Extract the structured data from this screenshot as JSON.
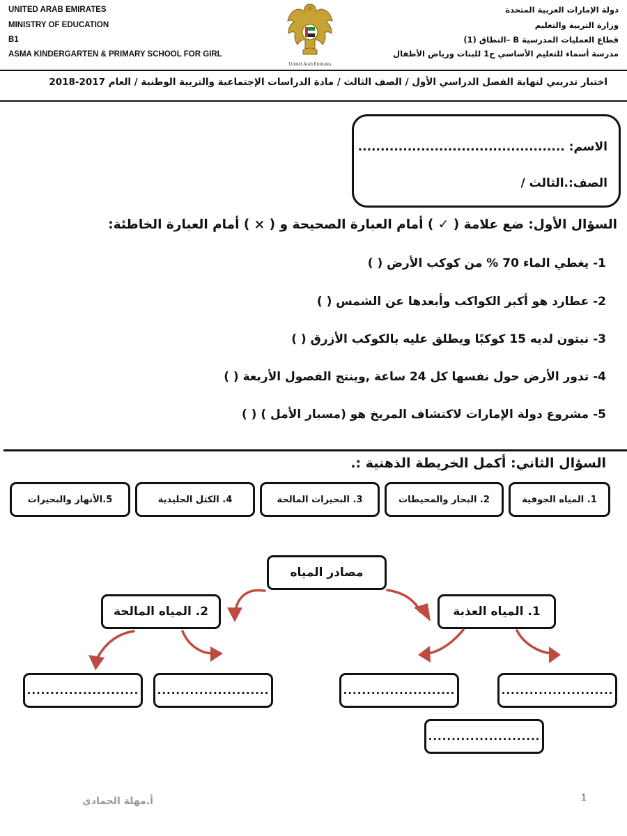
{
  "header": {
    "left_lines": [
      "UNITED ARAB EMIRATES",
      "MINISTRY OF EDUCATION",
      "B1",
      "ASMA KINDERGARTEN & PRIMARY SCHOOL FOR GIRL"
    ],
    "right_lines": [
      "دولة الإمارات العربية المتحدة",
      "وزارة التربية والتعليم",
      "قطاع العمليات المدرسية B –النطاق (1)",
      "مدرسة أسماء للتعليم الأساسي ح1 للبنات ورياض الأطفال"
    ],
    "emblem_caption": "United Arab Emirates"
  },
  "exam_title": "اختبار تدريبي لنهاية الفصل الدراسي الأول / الصف الثالث / مادة الدراسات الإجتماعية والتربية الوطنية / العام 2017-2018",
  "student_box": {
    "name_label": "الاسم: ..............................................",
    "class_label": "الصف:.الثالث /"
  },
  "question1": {
    "title": "السؤال الأول: ضع علامة ( ✓ ) أمام العبارة الصحيحة و ( × ) أمام العبارة الخاطئة:",
    "items": [
      "1- يغطي الماء 70 % من كوكب الأرض (     )",
      "2- عطارد هو أكبر الكواكب وأبعدها عن الشمس (     )",
      "3- نبتون لديه 15 كوكبًا ويطلق عليه بالكوكب الأزرق (     )",
      "4- تدور الأرض حول نفسها كل 24 ساعة ,وينتج الفصول الأربعة  (     )",
      "5- مشروع دولة الإمارات لاكتشاف المريخ هو (مسبار الأمل ) (     )"
    ]
  },
  "question2": {
    "title": "السؤال الثاني:  أكمل الخريطة الذهنية :.",
    "word_bank": [
      "1. المياه الجوفية",
      "2. البحار والمحيطات",
      "3. البحيرات المالحة",
      "4. الكتل الجليدية",
      "5.الأنهار والبحيرات"
    ],
    "root": "مصادر المياه",
    "fresh": "1. المياه العذبة",
    "salt": "2. المياه المالحة",
    "blank": "........................"
  },
  "footer": {
    "teacher": "أ.مهلة الحمادي",
    "page_number": "1"
  },
  "colors": {
    "arrow": "#bf4a42",
    "text": "#111111"
  }
}
